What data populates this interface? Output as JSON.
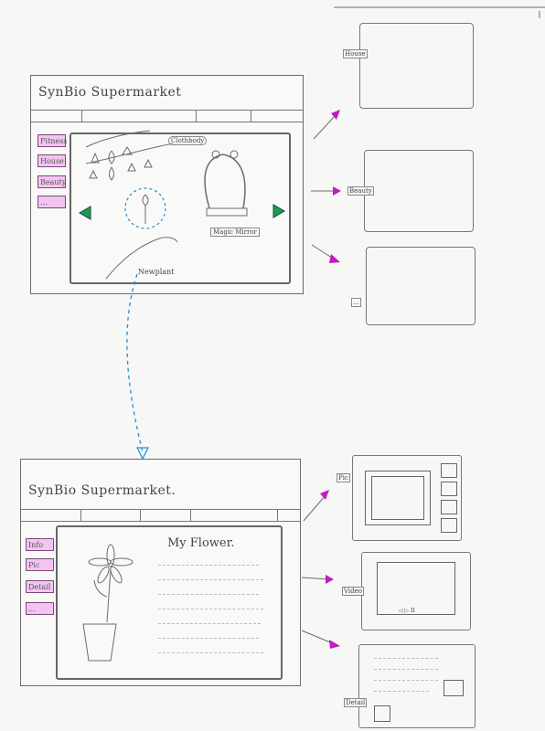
{
  "top_window": {
    "title": "SynBio Supermarket",
    "sidebar": [
      "Fitness",
      "House",
      "Beauty",
      "..."
    ],
    "labels": {
      "clothes": "Clothbody",
      "mirror": "Magic Mirror",
      "plant": "Newplant"
    },
    "right_tabs": [
      "House",
      "Beauty",
      "..."
    ]
  },
  "bottom_window": {
    "title": "SynBio Supermarket.",
    "sidebar": [
      "Info",
      "Pic",
      "Detail",
      "..."
    ],
    "heading": "My Flower.",
    "right_tabs": [
      "Pic",
      "Video",
      "Detail"
    ],
    "video_controls": "◁ ▷ II"
  },
  "colors": {
    "pink": "#f2c4ef",
    "magenta_arrow": "#c21bc2",
    "green_arrow": "#1f9a4a",
    "dashed_link": "#1d8fd6"
  }
}
